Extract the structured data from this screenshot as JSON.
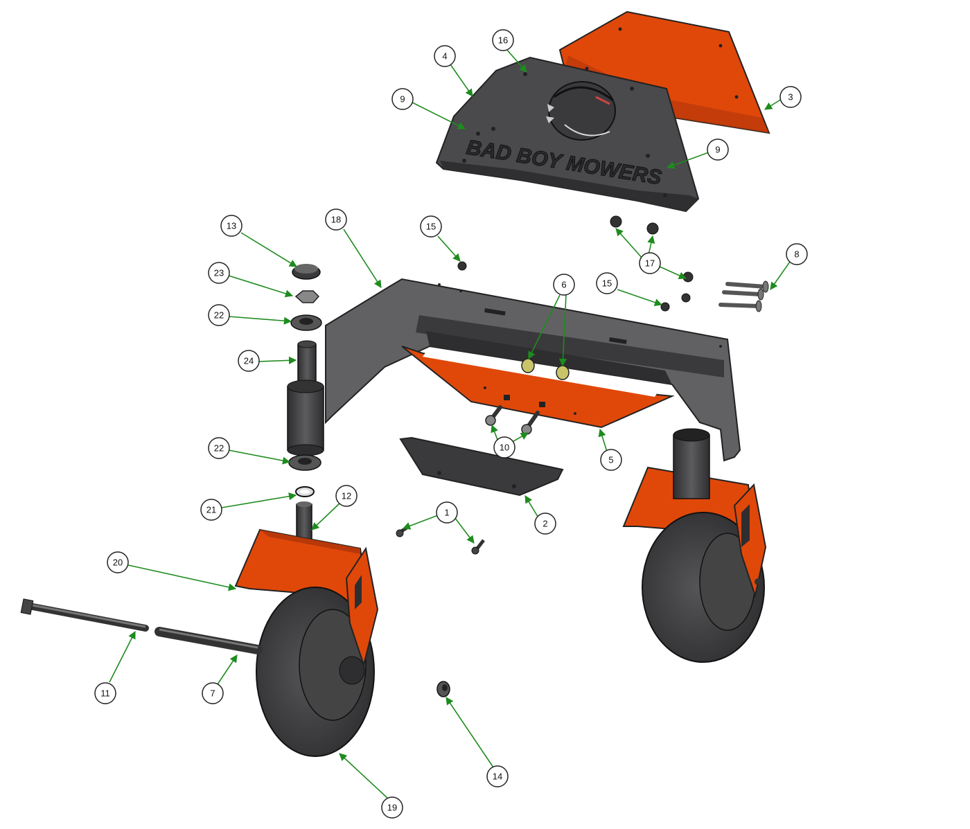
{
  "diagram": {
    "logo_text": "BAD BOY MOWERS",
    "colors": {
      "orange": "#E0480A",
      "orange_dark": "#B8380A",
      "gray_dark": "#4A4A4C",
      "gray_mid": "#616163",
      "tire": "#3A3A3C",
      "leader": "#1E8B1E"
    },
    "callouts": [
      {
        "id": "c16",
        "label": "16"
      },
      {
        "id": "c4",
        "label": "4"
      },
      {
        "id": "c9a",
        "label": "9"
      },
      {
        "id": "c3",
        "label": "3"
      },
      {
        "id": "c9b",
        "label": "9"
      },
      {
        "id": "c13",
        "label": "13"
      },
      {
        "id": "c18",
        "label": "18"
      },
      {
        "id": "c15a",
        "label": "15"
      },
      {
        "id": "c17",
        "label": "17"
      },
      {
        "id": "c8",
        "label": "8"
      },
      {
        "id": "c23",
        "label": "23"
      },
      {
        "id": "c15b",
        "label": "15"
      },
      {
        "id": "c6",
        "label": "6"
      },
      {
        "id": "c22a",
        "label": "22"
      },
      {
        "id": "c24",
        "label": "24"
      },
      {
        "id": "c22b",
        "label": "22"
      },
      {
        "id": "c10",
        "label": "10"
      },
      {
        "id": "c5",
        "label": "5"
      },
      {
        "id": "c12",
        "label": "12"
      },
      {
        "id": "c21",
        "label": "21"
      },
      {
        "id": "c1",
        "label": "1"
      },
      {
        "id": "c2",
        "label": "2"
      },
      {
        "id": "c20",
        "label": "20"
      },
      {
        "id": "c11",
        "label": "11"
      },
      {
        "id": "c7",
        "label": "7"
      },
      {
        "id": "c14",
        "label": "14"
      },
      {
        "id": "c19",
        "label": "19"
      }
    ]
  }
}
